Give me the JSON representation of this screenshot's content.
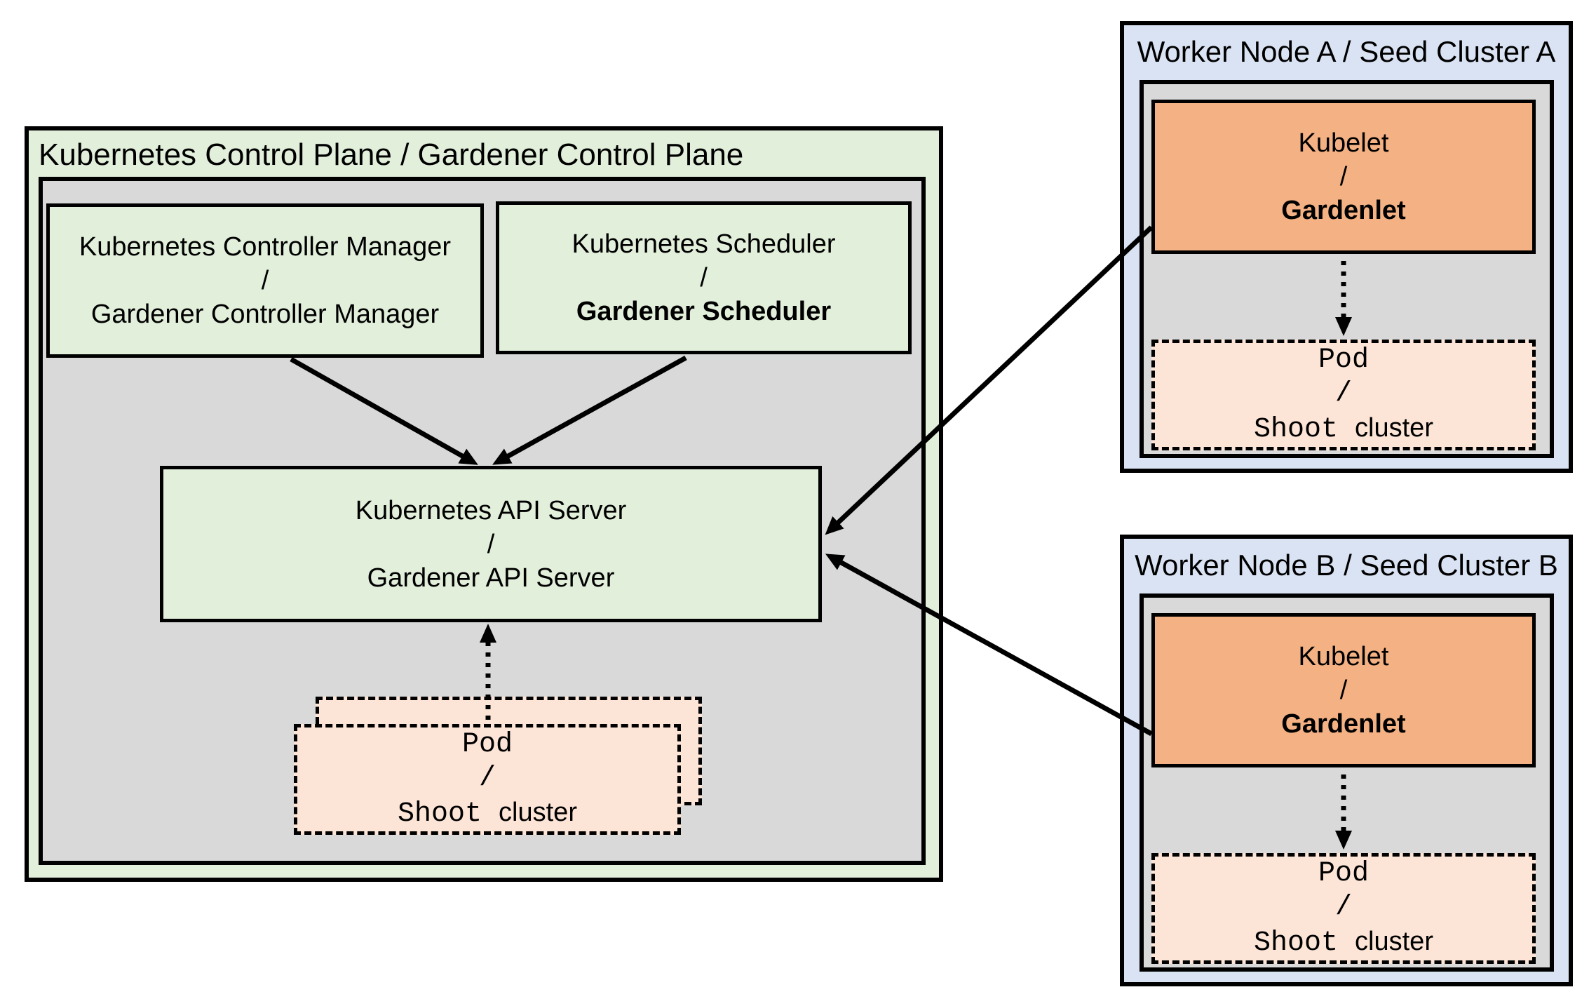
{
  "colors": {
    "control_plane_bg": "#e2efda",
    "worker_node_bg": "#dae3f3",
    "inner_panel_bg": "#d9d9d9",
    "component_green_bg": "#e2efda",
    "kubelet_bg": "#f4b183",
    "pod_bg": "#fce4d6",
    "line_color": "#000000"
  },
  "control_plane": {
    "title": "Kubernetes Control Plane / Gardener Control Plane",
    "controller_manager": {
      "line1": "Kubernetes Controller Manager",
      "slash": "/",
      "line2": "Gardener Controller Manager"
    },
    "scheduler": {
      "line1": "Kubernetes Scheduler",
      "slash": "/",
      "line2": "Gardener Scheduler"
    },
    "api_server": {
      "line1": "Kubernetes API Server",
      "slash": "/",
      "line2": "Gardener API Server"
    },
    "pod_stack": {
      "line1": "Pod",
      "slash": "/",
      "line2_mono": "Shoot",
      "line2_rest": "cluster"
    }
  },
  "worker_a": {
    "title": "Worker Node A / Seed Cluster A",
    "kubelet": {
      "line1": "Kubelet",
      "slash": "/",
      "line2": "Gardenlet"
    },
    "pod": {
      "line1": "Pod",
      "slash": "/",
      "line2_mono": "Shoot",
      "line2_rest": "cluster"
    }
  },
  "worker_b": {
    "title": "Worker Node B / Seed Cluster B",
    "kubelet": {
      "line1": "Kubelet",
      "slash": "/",
      "line2": "Gardenlet"
    },
    "pod": {
      "line1": "Pod",
      "slash": "/",
      "line2_mono": "Shoot",
      "line2_rest": "cluster"
    }
  }
}
